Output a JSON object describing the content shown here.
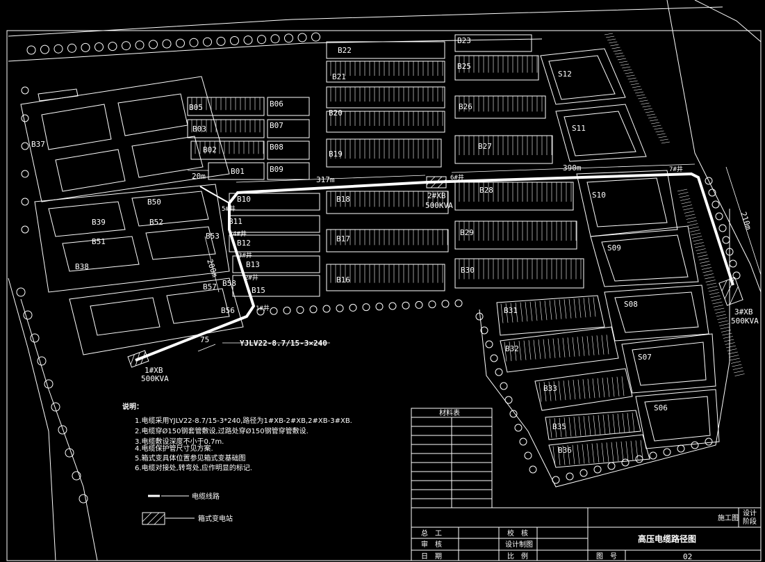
{
  "buildings_left": {
    "labels": [
      "B05",
      "B06",
      "B03",
      "B07",
      "B02",
      "B08",
      "B01",
      "B09",
      "B37",
      "B50",
      "B39",
      "B52",
      "B51",
      "B38",
      "B53",
      "B57",
      "B58",
      "B56"
    ]
  },
  "buildings_center": {
    "labels": [
      "B22",
      "B23",
      "B21",
      "B25",
      "B20",
      "B26",
      "B19",
      "B27",
      "B18",
      "B28",
      "B17",
      "B29",
      "B16",
      "B30",
      "B10",
      "B11",
      "B12",
      "B13",
      "B15",
      "B31",
      "B32",
      "B33",
      "B35",
      "B36"
    ]
  },
  "s_blocks": {
    "labels": [
      "S12",
      "S11",
      "S10",
      "S09",
      "S08",
      "S07",
      "S06"
    ]
  },
  "transformers": {
    "t1_name": "1#XB",
    "t1_cap": "500KVA",
    "t2_name": "2#XB",
    "t2_cap": "500KVA",
    "t3_name": "3#XB",
    "t3_cap": "500KVA"
  },
  "dimensions": {
    "d1": "317m",
    "d2": "390m",
    "d3": "210m",
    "d4": "200m",
    "d5": "20m",
    "d6": "75"
  },
  "wells": {
    "w1": "1#井",
    "w2": "2#井",
    "w3": "3#井",
    "w4": "4#井",
    "w5": "5#井",
    "w6": "6#井",
    "w7": "7#井"
  },
  "cable_label": "YJLV22-8.7/15-3×240",
  "notes": {
    "title": "说明：",
    "n1": "1.电缆采用YJLV22-8.7/15-3*240,路径为1#XB-2#XB,2#XB-3#XB.",
    "n2": "2.电缆穿Ø150钢套管敷设,过路处穿Ø150钢管穿管敷设.",
    "n3": "3.电缆敷设深度不小于0.7m.",
    "n4": "4.电缆保护管尺寸见方案.",
    "n5": "5.箱式变具体位置参见箱式变基础图",
    "n6": "6.电缆对接处,转弯处,应作明显的标记."
  },
  "legend": {
    "item1": "电缆线路",
    "item2": "箱式变电站"
  },
  "table": {
    "title": "材料表"
  },
  "title_block": {
    "stage_label": "施工图",
    "design_label": "设计",
    "phase_label": "阶段",
    "r1c1": "总　工",
    "r1c2": "校　核",
    "r2c1": "审　核",
    "r2c2": "设计制图",
    "r3c1": "日　期",
    "r3c2": "比　例",
    "drawing_title": "高压电缆路径图",
    "fig_no_label": "图　号",
    "fig_no": "02"
  },
  "colors": {
    "line": "#ffffff",
    "bg": "#000000"
  }
}
